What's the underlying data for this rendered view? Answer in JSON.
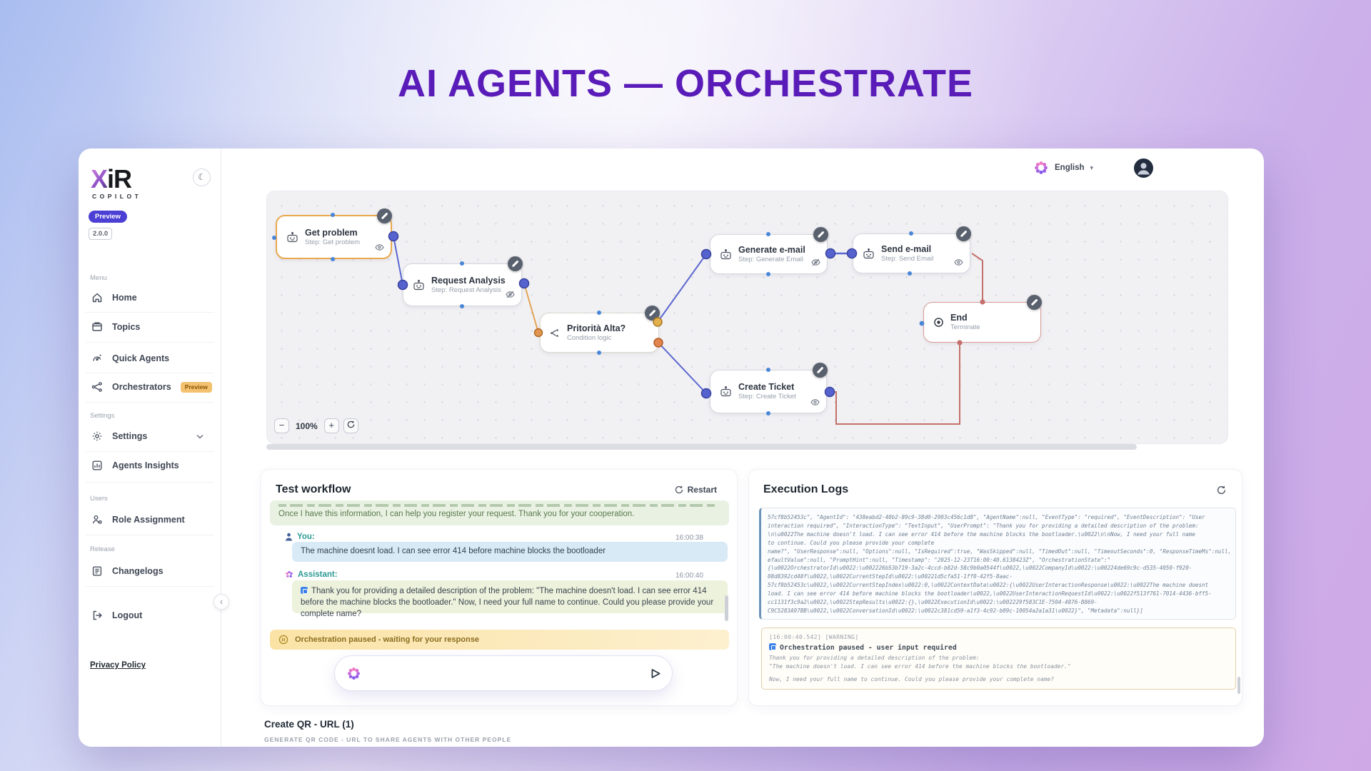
{
  "title": "AI AGENTS — ORCHESTRATE",
  "colors": {
    "accent_purple": "#5a1cb8",
    "preview_badge": "#4b3fd4",
    "orchestrators_badge_bg": "#f2c270",
    "node_start_border": "#e9a94f",
    "node_end_border": "#d89a96",
    "wire_indigo": "#5b67cf",
    "wire_orange": "#e3a455",
    "wire_red": "#c4706a"
  },
  "header": {
    "language": "English",
    "chevron": "▾"
  },
  "sidebar": {
    "logo_x": "X",
    "logo_ir": "iR",
    "logo_sub": "COPILOT",
    "preview_badge": "Preview",
    "version": "2.0.0",
    "section_menu": "Menu",
    "section_settings": "Settings",
    "section_users": "Users",
    "section_release": "Release",
    "items": {
      "home": "Home",
      "topics": "Topics",
      "quick_agents": "Quick Agents",
      "orchestrators": "Orchestrators",
      "orchestrators_badge": "Preview",
      "settings": "Settings",
      "agents_insights": "Agents Insights",
      "role_assignment": "Role Assignment",
      "changelogs": "Changelogs",
      "logout": "Logout",
      "privacy": "Privacy Policy"
    },
    "collapse": "‹",
    "moon": "☾"
  },
  "canvas": {
    "zoom": "100%",
    "zoom_out": "−",
    "zoom_in": "+",
    "nodes": {
      "get_problem": {
        "title": "Get problem",
        "step": "Step: Get problem"
      },
      "request_analysis": {
        "title": "Request Analysis",
        "step": "Step: Request Analysis"
      },
      "condition": {
        "title": "Pritorità Alta?",
        "step": "Condition logic"
      },
      "generate_email": {
        "title": "Generate e-mail",
        "step": "Step: Generate Email"
      },
      "send_email": {
        "title": "Send e-mail",
        "step": "Step: Send Email"
      },
      "end": {
        "title": "End",
        "step": "Terminate"
      },
      "create_ticket": {
        "title": "Create Ticket",
        "step": "Step: Create Ticket"
      }
    }
  },
  "test_panel": {
    "title": "Test workflow",
    "restart": "Restart",
    "msg_assistant_scrolled": "Once I have this information, I can help you register your request. Thank you for your cooperation.",
    "you_label": "You:",
    "you_time": "16:00:38",
    "msg_user": "The machine doesnt load. I can see error 414 before machine blocks the bootloader",
    "assistant_label": "Assistant:",
    "assistant_time": "16:00:40",
    "msg_assistant": "Thank you for providing a detailed description of the problem: \"The machine doesn't load. I can see error 414 before the machine blocks the bootloader.\" Now, I need your full name to continue. Could you please provide your complete name?",
    "paused_banner": "Orchestration paused - waiting for your response",
    "input_value": ""
  },
  "logs_panel": {
    "title": "Execution Logs",
    "box1_lines": [
      "57cf8b52453c\", \"AgentId\": \"438eabd2-40b2-89c9-38d0-2903c456c1d8\", \"AgentName\":null, \"EventType\": \"required\", \"EventDescription\": \"User",
      "interaction required\", \"InteractionType\": \"TextInput\", \"UserPrompt\": \"Thank you for providing a detailed description of the problem:",
      "\\n\\u0022The machine doesn't load. I can see error 414 before the machine blocks the bootloader.\\u0022\\n\\nNow, I need your full name",
      "to continue. Could you please provide your complete",
      "name?\", \"UserResponse\":null, \"Options\":null, \"IsRequired\":true, \"WasSkipped\":null, \"TimedOut\":null, \"TimeoutSeconds\":0, \"ResponseTimeMs\":null, \"D",
      "efaultValue\":null, \"PromptHint\":null, \"Timestamp\": \"2025-12-23T16:00:40.6138423Z\", \"OrchestrationState\":\"",
      "{\\u0022OrchestratorId\\u0022:\\u002226b53b719-3a2c-4ccd-b82d-58c9b0a0544f\\u0022,\\u0022CompanyId\\u0022:\\u00224de69c9c-d535-4050-f920-",
      "08d8392cd48f\\u0022,\\u0022CurrentStepId\\u0022:\\u00221d5cfa51-1ff0-42f5-8aac-",
      "57cf8b52453c\\u0022,\\u0022CurrentStepIndex\\u0022:0,\\u0022ContextData\\u0022:{\\u0022UserInteractionResponse\\u0022:\\u0022The machine doesnt",
      "load. I can see error 414 before machine blocks the bootloader\\u0022,\\u0022UserInteractionRequestId\\u0022:\\u0022f513f761-7014-4436-bff5-",
      "cc1131f3c9a2\\u0022,\\u0022StepResults\\u0022:{},\\u0022ExecutionId\\u0022:\\u002229f583C1E-7504-4876-B869-",
      "C9C5283A97BB\\u0022,\\u0022ConversationId\\u0022:\\u0022c381cd59-a1f3-4c92-b09c-10054a2a1a31\\u0022}\", \"Metadata\":null}]"
    ],
    "box2": {
      "meta": "[16:00:40.542] [WARNING]",
      "title": "Orchestration paused - user input required",
      "line1": "Thank you for providing a detailed description of the problem:",
      "line2": "\"The machine doesn't load. I can see error 414 before the machine blocks the bootloader.\"",
      "line3": "Now, I need your full name to continue. Could you please provide your complete name?"
    }
  },
  "footer": {
    "qr_title": "Create QR - URL (1)",
    "qr_subtitle": "GENERATE QR CODE - URL TO SHARE AGENTS WITH OTHER PEOPLE"
  }
}
